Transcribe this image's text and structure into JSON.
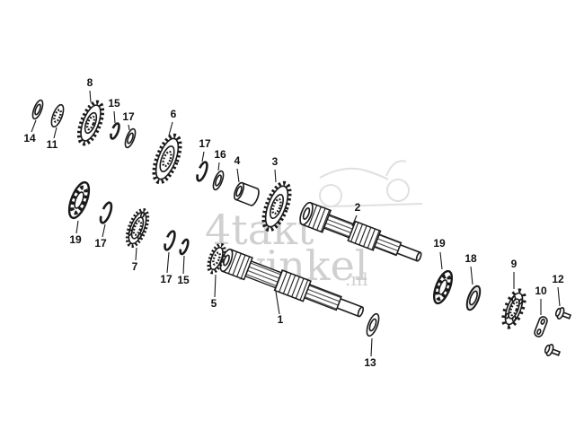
{
  "watermark": {
    "word1": "4takt",
    "word2": "winkel",
    "suffix": ".nl"
  },
  "callouts": {
    "c14": "14",
    "c11": "11",
    "c8": "8",
    "c15a": "15",
    "c17a": "17",
    "c6": "6",
    "c17b": "17",
    "c16": "16",
    "c4": "4",
    "c3": "3",
    "c2": "2",
    "c19a": "19",
    "c17c": "17",
    "c7": "7",
    "c17d": "17",
    "c15b": "15",
    "c5": "5",
    "c1": "1",
    "c13": "13",
    "c19b": "19",
    "c18": "18",
    "c9": "9",
    "c10": "10",
    "c12": "12"
  },
  "colors": {
    "line": "#1a1a1a",
    "watermark": "#c8c8c8",
    "background": "#ffffff"
  }
}
